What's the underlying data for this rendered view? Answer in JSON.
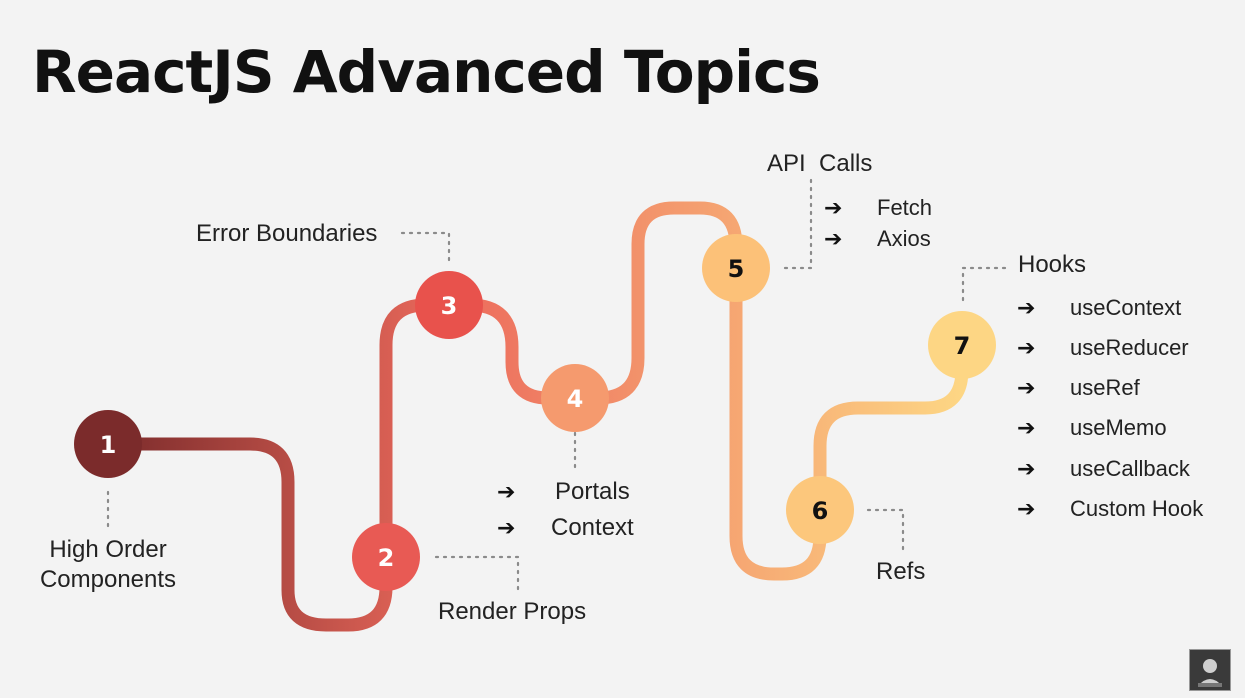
{
  "title": "ReactJS Advanced Topics",
  "nodes": [
    {
      "number": "1",
      "fill": "#7b2b2b",
      "text_color": "#ffffff"
    },
    {
      "number": "2",
      "fill": "#e85a54",
      "text_color": "#ffffff"
    },
    {
      "number": "3",
      "fill": "#e8524c",
      "text_color": "#ffffff"
    },
    {
      "number": "4",
      "fill": "#f59a6e",
      "text_color": "#ffffff"
    },
    {
      "number": "5",
      "fill": "#fcc178",
      "text_color": "#111111"
    },
    {
      "number": "6",
      "fill": "#fcc77c",
      "text_color": "#111111"
    },
    {
      "number": "7",
      "fill": "#fdd684",
      "text_color": "#111111"
    }
  ],
  "topics": {
    "hoc": {
      "line1": "High Order",
      "line2": "Components"
    },
    "render_props": "Render Props",
    "error_boundaries": "Error Boundaries",
    "portals_context": {
      "items": [
        "Portals",
        "Context"
      ]
    },
    "api_calls": {
      "heading": "API  Calls",
      "items": [
        "Fetch",
        "Axios"
      ]
    },
    "refs": "Refs",
    "hooks": {
      "heading": "Hooks",
      "items": [
        "useContext",
        "useReducer",
        "useRef",
        "useMemo",
        "useCallback",
        "Custom Hook"
      ]
    }
  },
  "arrow_glyph": "➔",
  "colors": {
    "path_start": "#7b2b2b",
    "path_mid": "#ec6a5c",
    "path_end": "#fdd684",
    "connector": "#8a8a8a"
  }
}
